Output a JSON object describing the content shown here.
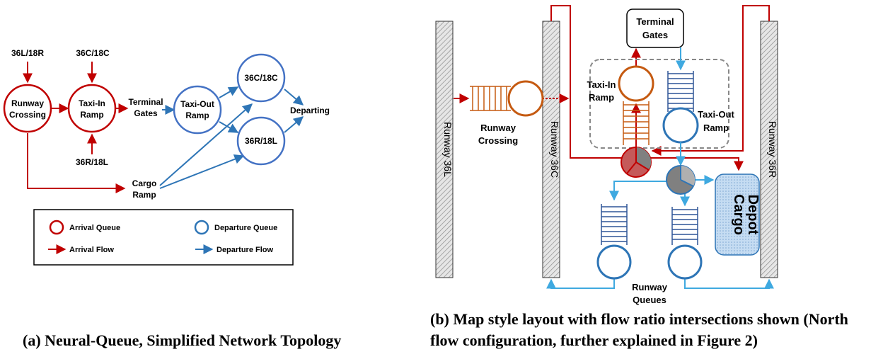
{
  "panel_a": {
    "labels": {
      "src_36l18r": "36L/18R",
      "src_36c18c": "36C/18C",
      "src_36r18l": "36R/18L",
      "runway_crossing": [
        "Runway",
        "Crossing"
      ],
      "taxi_in_ramp": [
        "Taxi-In",
        "Ramp"
      ],
      "terminal_gates": [
        "Terminal",
        "Gates"
      ],
      "taxi_out_ramp": [
        "Taxi-Out",
        "Ramp"
      ],
      "dep_36c18c": "36C/18C",
      "dep_36r18l": "36R/18L",
      "departing": "Departing",
      "cargo_ramp": [
        "Cargo",
        "Ramp"
      ]
    },
    "legend": {
      "arrival_queue": "Arrival Queue",
      "departure_queue": "Departure Queue",
      "arrival_flow": "Arrival Flow",
      "departure_flow": "Departure Flow"
    }
  },
  "panel_b": {
    "runway_36l": "Runway 36L",
    "runway_36c": "Runway 36C",
    "runway_36r": "Runway 36R",
    "runway_crossing": [
      "Runway",
      "Crossing"
    ],
    "terminal_gates": [
      "Terminal",
      "Gates"
    ],
    "taxi_in_ramp": [
      "Taxi-In",
      "Ramp"
    ],
    "taxi_out_ramp": [
      "Taxi-Out",
      "Ramp"
    ],
    "cargo_depot": [
      "Cargo",
      "Depot"
    ],
    "runway_queues": [
      "Runway",
      "Queues"
    ]
  },
  "colors": {
    "arrival": "#c00000",
    "departure": "#2e75b6",
    "departure_flow_b": "#3fa9e0",
    "runway_crossing_queue": "#c55a11",
    "taxi_out_ladder": "#2f5597",
    "pie_dark": "#808080"
  },
  "captions": {
    "a": "(a) Neural-Queue, Simplified Network Topology",
    "b": "(b) Map style layout with flow ratio intersections shown (North flow configuration, further explained in Figure 2)"
  }
}
